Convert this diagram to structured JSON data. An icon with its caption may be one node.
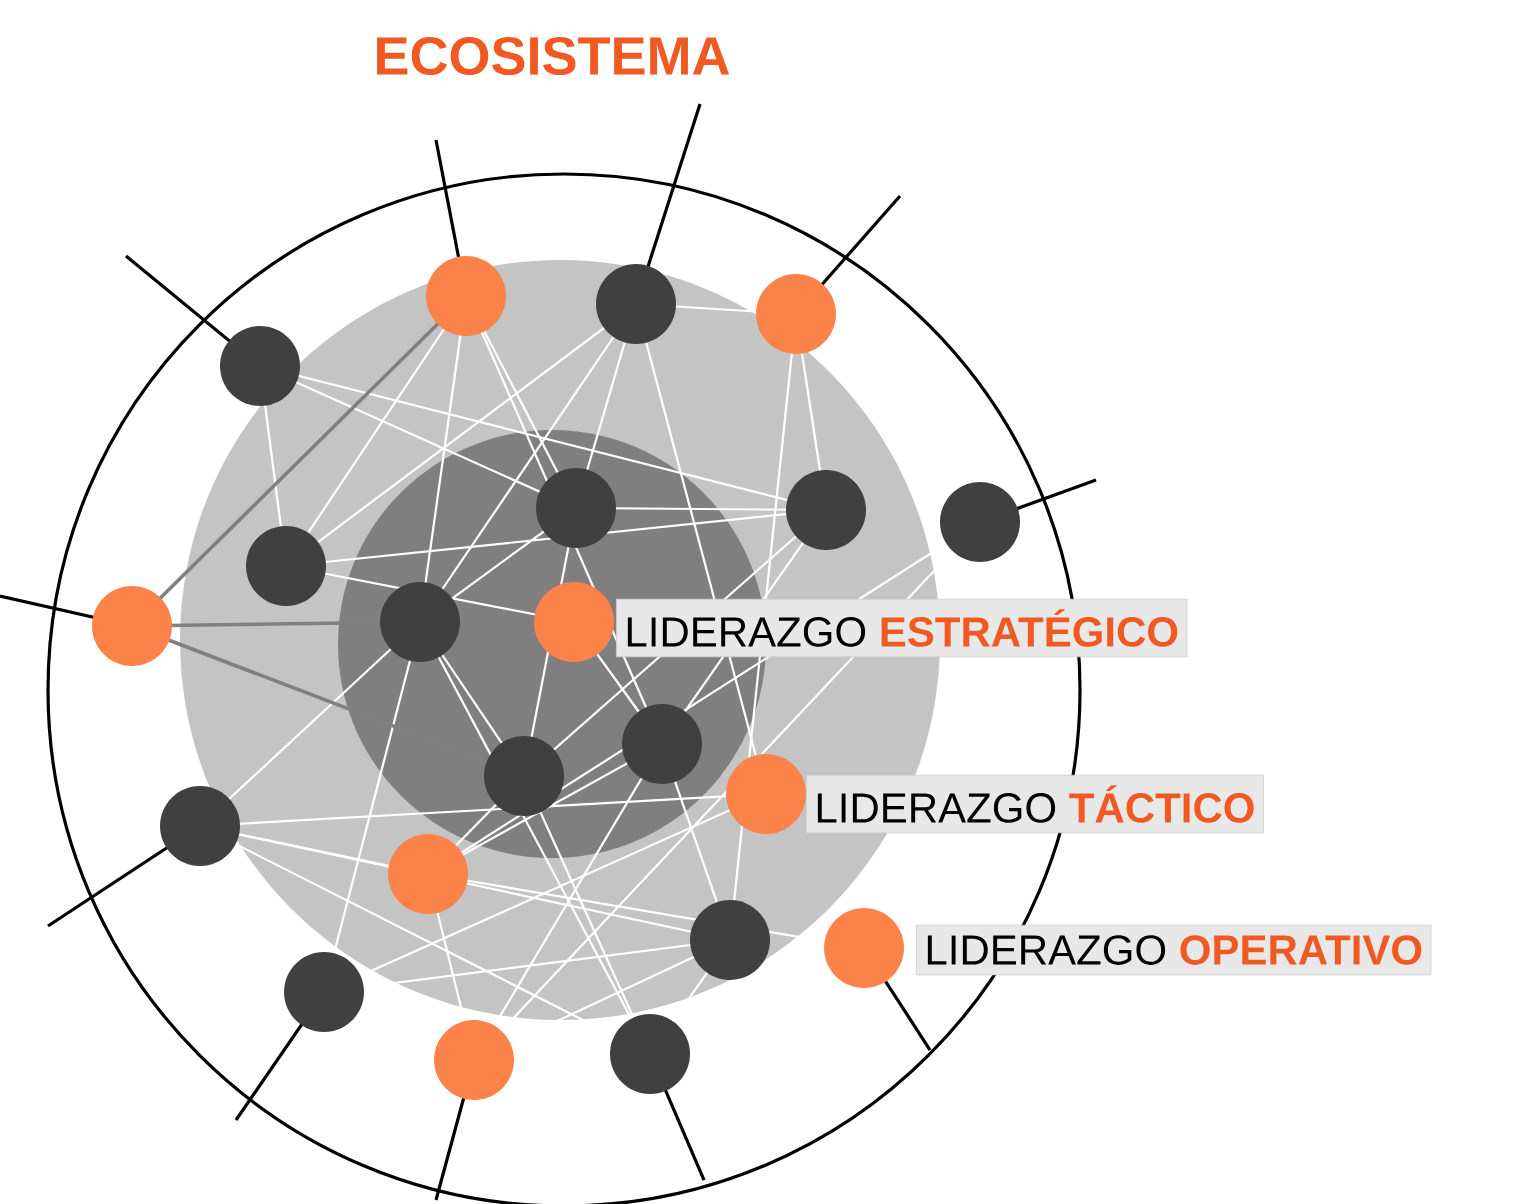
{
  "diagram": {
    "title": "ECOSISTEMA",
    "nodes": [
      {
        "text": [
          "LIDERAZGO",
          "ESTRATÉGICO"
        ]
      },
      {
        "text": [
          "LIDERAZGO",
          "TÁCTICO"
        ]
      },
      {
        "text": [
          "LIDERAZGO",
          "OPERATIVO"
        ]
      }
    ]
  }
}
